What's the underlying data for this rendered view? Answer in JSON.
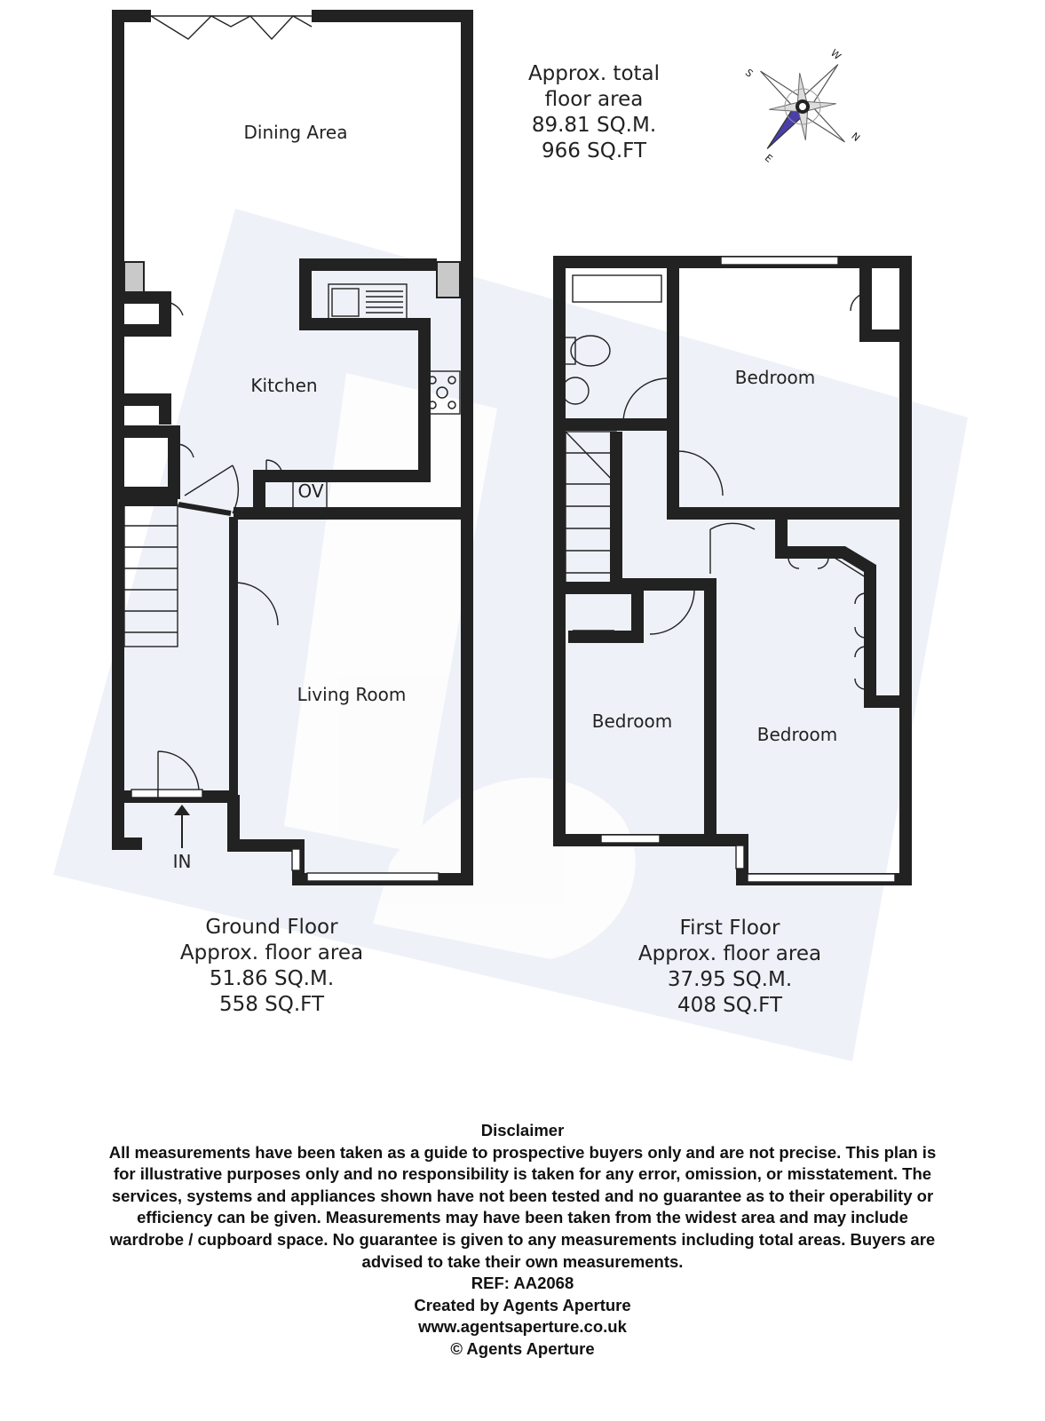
{
  "total_area": {
    "line1": "Approx. total",
    "line2": "floor area",
    "sqm": "89.81 SQ.M.",
    "sqft": "966 SQ.FT"
  },
  "compass": {
    "n": "N",
    "s": "S",
    "e": "E",
    "w": "W",
    "needle_color": "#4a3fa8"
  },
  "ground_floor": {
    "rooms": {
      "dining": "Dining Area",
      "kitchen": "Kitchen",
      "living": "Living Room",
      "oven": "OV"
    },
    "entrance": "IN",
    "area": {
      "title": "Ground Floor",
      "label": "Approx. floor area",
      "sqm": "51.86 SQ.M.",
      "sqft": "558 SQ.FT"
    }
  },
  "first_floor": {
    "rooms": {
      "bedroom_1": "Bedroom",
      "bedroom_2": "Bedroom",
      "bedroom_3": "Bedroom"
    },
    "area": {
      "title": "First Floor",
      "label": "Approx. floor area",
      "sqm": "37.95 SQ.M.",
      "sqft": "408 SQ.FT"
    }
  },
  "disclaimer": {
    "heading": "Disclaimer",
    "lines": [
      "All measurements have been taken as a guide to prospective buyers only and are not precise. This plan is",
      "for illustrative purposes only and no responsibility is taken for any error, omission, or misstatement. The",
      "services, systems and appliances shown have not been tested and no guarantee as to their operability or",
      "efficiency can be given. Measurements may have been taken from the widest area and may include",
      "wardrobe / cupboard space. No guarantee is given to any measurements including total areas. Buyers are",
      "advised to take their own measurements."
    ],
    "ref": "REF: AA2068",
    "created_by": "Created by Agents Aperture",
    "website": "www.agentsaperture.co.uk",
    "copyright": "© Agents Aperture"
  },
  "colors": {
    "wall": "#222222",
    "watermark": "#eef1f8",
    "fixture_fill": "#c9c9c9"
  }
}
